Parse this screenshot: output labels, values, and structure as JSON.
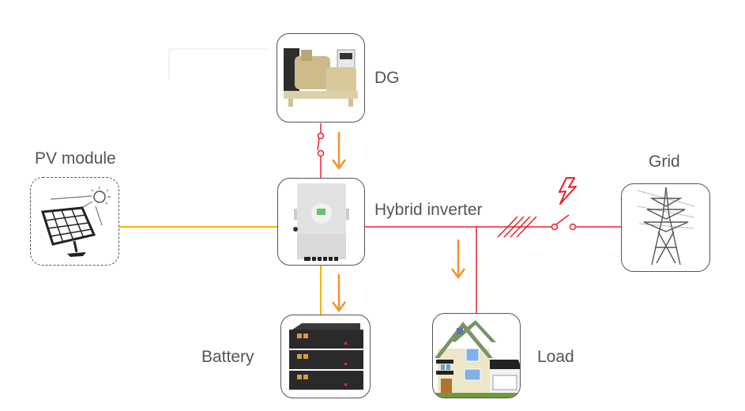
{
  "diagram": {
    "nodes": {
      "dg": {
        "label": "DG",
        "icon": "diesel-generator-icon"
      },
      "pv": {
        "label": "PV module",
        "icon": "solar-panel-icon"
      },
      "inverter": {
        "label": "Hybrid inverter",
        "icon": "inverter-icon"
      },
      "grid": {
        "label": "Grid",
        "icon": "transmission-tower-icon"
      },
      "battery": {
        "label": "Battery",
        "icon": "battery-stack-icon"
      },
      "load": {
        "label": "Load",
        "icon": "house-icon"
      }
    },
    "colors": {
      "ac_line": "#e8222a",
      "dc_line": "#f5b300",
      "flow_arrow": "#f39233",
      "border": "#555555",
      "label": "#555555"
    }
  }
}
